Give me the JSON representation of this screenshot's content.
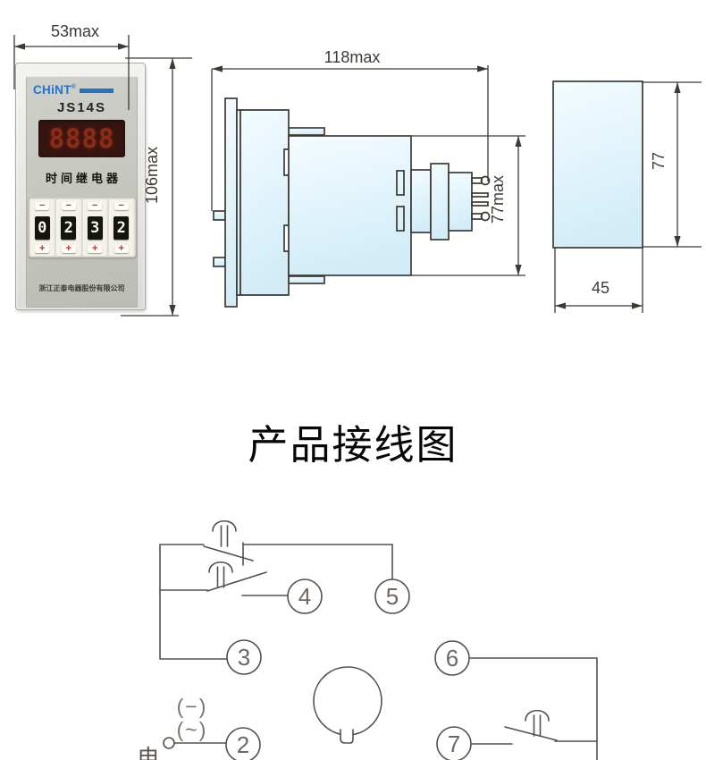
{
  "front_view": {
    "dim_width": "53max",
    "dim_height": "106max",
    "brand": "CHiNT",
    "brand_reg": "®",
    "model": "JS14S",
    "led_display": "8888",
    "device_label": "时间继电器",
    "thumbwheel": {
      "minus_label": "−",
      "plus_label": "+",
      "digits": [
        "0",
        "2",
        "3",
        "2"
      ]
    },
    "company": "浙江正泰电器股份有限公司"
  },
  "side_view": {
    "dim_width": "118max",
    "dim_height": "77max"
  },
  "end_view": {
    "dim_height": "77",
    "dim_width": "45"
  },
  "wiring": {
    "title": "产品接线图",
    "terminals": {
      "t2": "2",
      "t3": "3",
      "t4": "4",
      "t5": "5",
      "t6": "6",
      "t7": "7"
    },
    "dc_polarity_label": "(−)",
    "ac_label": "(~)",
    "power_label": "电"
  },
  "colors": {
    "brand_blue": "#2273c8",
    "led_bg": "#361511",
    "led_digits": "#8a2c17",
    "control_red": "#cf2d20",
    "line_color": "#3e3933",
    "circuit_color": "#57504a",
    "terminal_text": "#6f6862",
    "drawing_fill_light": "#f4fcff",
    "drawing_fill_dark": "#d2edf8"
  }
}
